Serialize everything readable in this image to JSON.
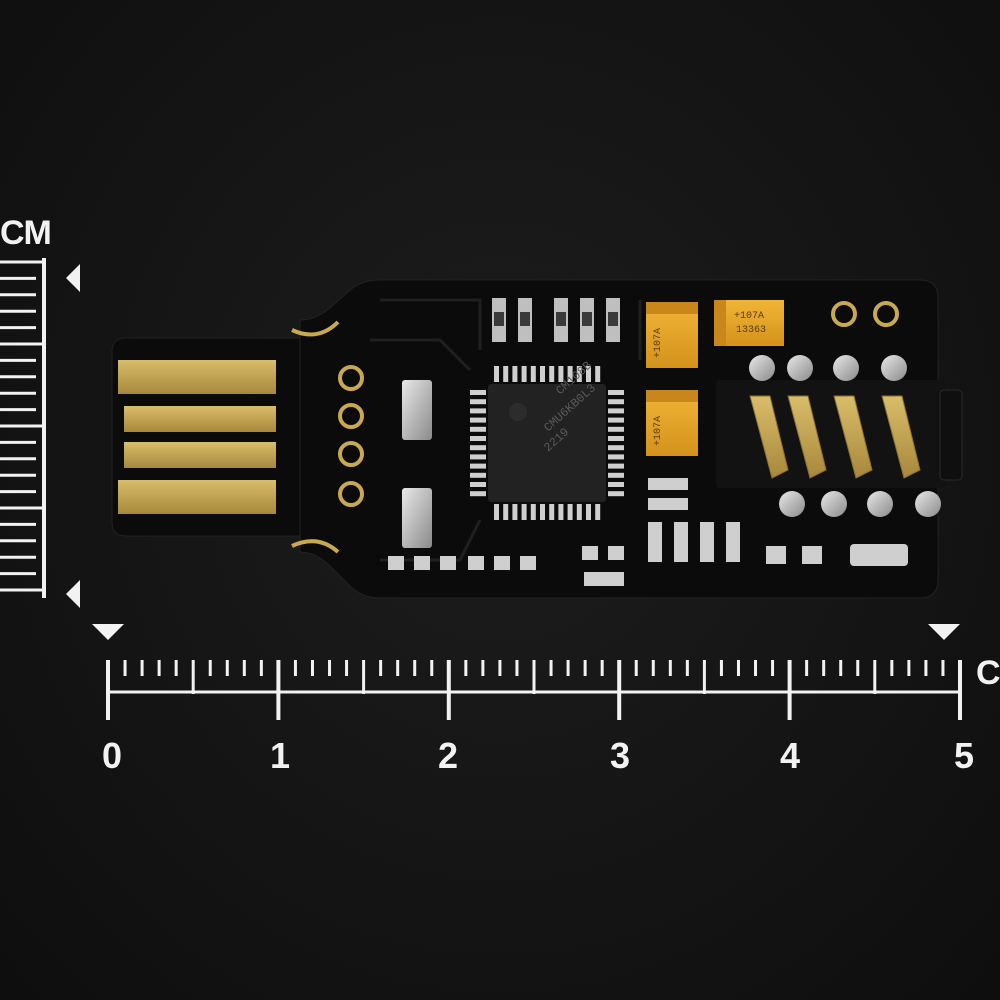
{
  "ruler": {
    "unit_label": "CM",
    "numbers": [
      "0",
      "1",
      "2",
      "3",
      "4",
      "5"
    ]
  },
  "board": {
    "chip_markings": [
      "CM108B",
      "CMU6KB0L3",
      "2219"
    ],
    "cap_marking": [
      "+107A",
      "13363"
    ],
    "usb_pads": 4,
    "jack_pins": 4
  },
  "colors": {
    "background": "#141414",
    "pcb": "#0b0b0b",
    "gold": "#c9a94f",
    "capacitor": "#e9a92a",
    "ruler": "#f2f2f2"
  }
}
